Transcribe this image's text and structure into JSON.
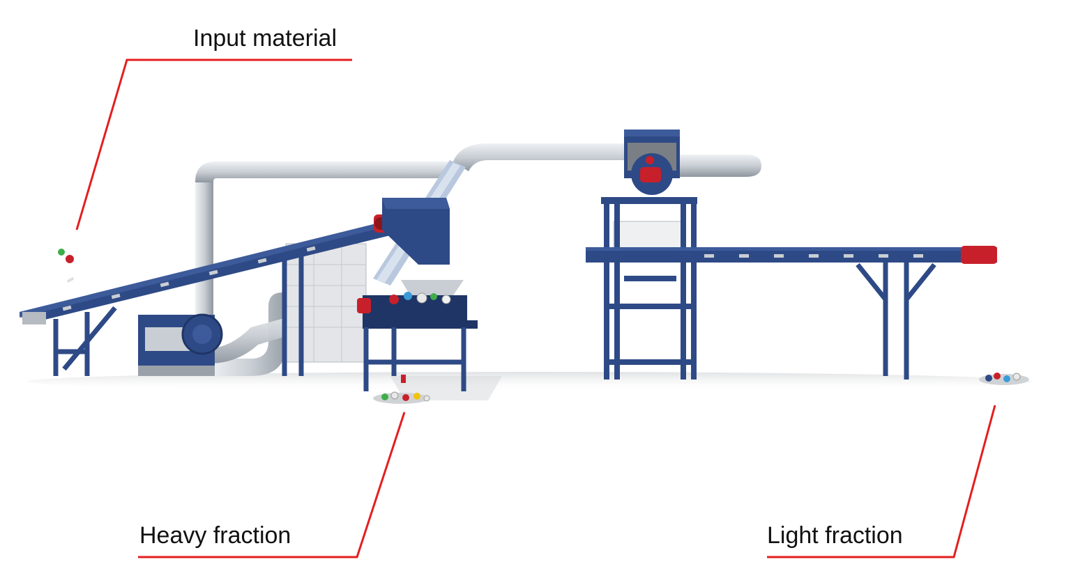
{
  "labels": {
    "input_material": "Input material",
    "heavy_fraction": "Heavy fraction",
    "light_fraction": "Light fraction"
  },
  "colors": {
    "leader_line": "#e41e1e",
    "frame_blue": "#2e4a86",
    "frame_blue_dark": "#1f3566",
    "motor_red": "#c8202a",
    "duct_silver": "#c9ced4",
    "duct_shadow": "#9aa1a9",
    "housing_grey": "#7a7f86"
  },
  "icons": {
    "material_pile": "scrap-pile-icon",
    "fan": "fan-icon"
  }
}
